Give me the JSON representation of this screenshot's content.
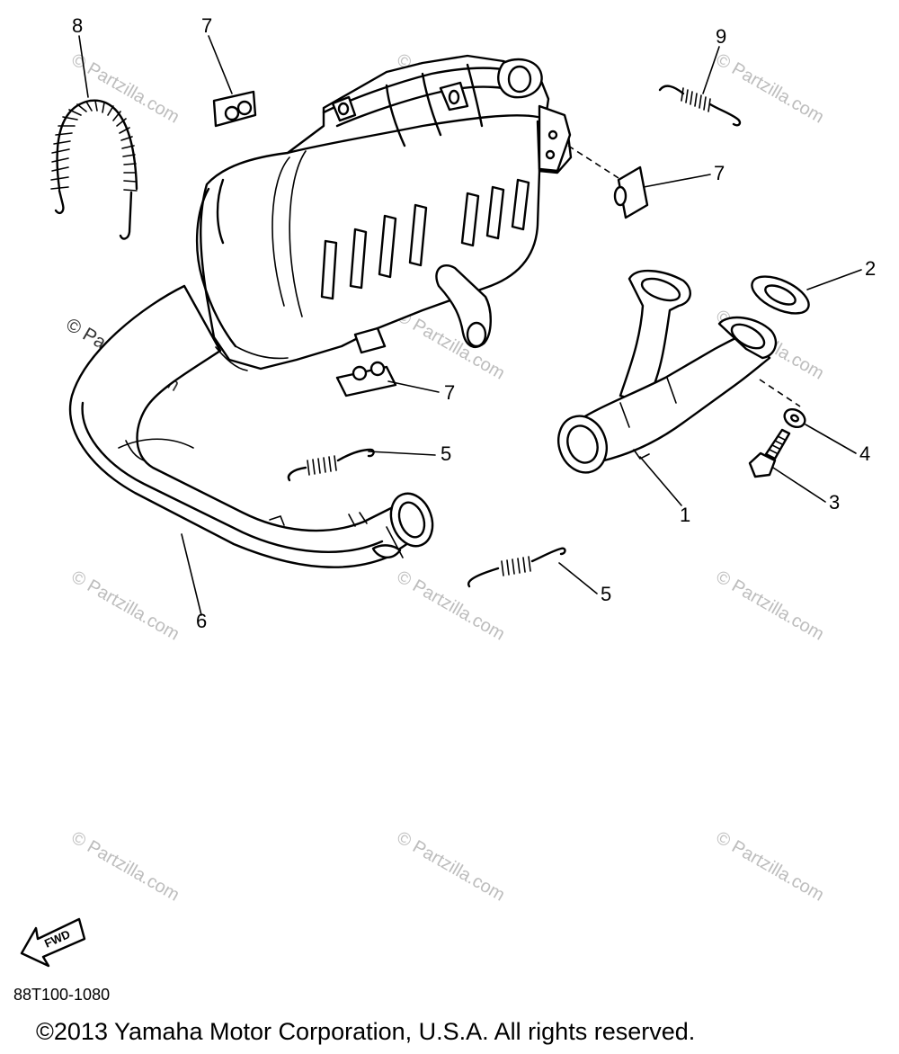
{
  "callouts": {
    "c1": "1",
    "c2": "2",
    "c3": "3",
    "c4": "4",
    "c5a": "5",
    "c5b": "5",
    "c6": "6",
    "c7a": "7",
    "c7b": "7",
    "c7c": "7",
    "c8": "8",
    "c9": "9"
  },
  "watermark": {
    "text": "© Partzilla.com",
    "main_text": "© Partzilla.com"
  },
  "fwd_label": "FWD",
  "diagram_code": "88T100-1080",
  "copyright": "©2013 Yamaha Motor Corporation, U.S.A. All rights reserved."
}
